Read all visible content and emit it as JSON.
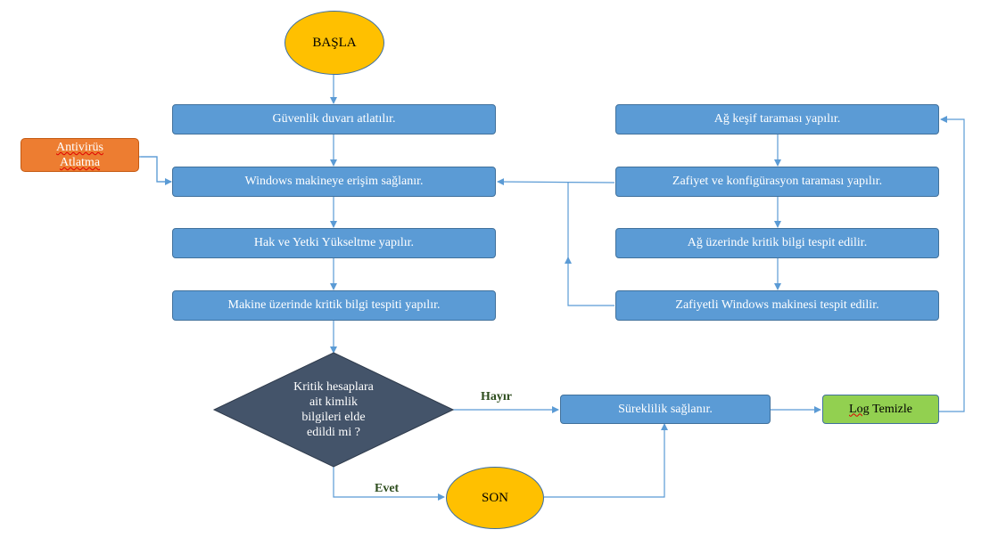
{
  "nodes": {
    "start": "BAŞLA",
    "end": "SON",
    "firewall": "Güvenlik duvarı atlatılır.",
    "access": "Windows makineye erişim sağlanır.",
    "privesc": "Hak ve Yetki Yükseltme yapılır.",
    "machine_info": "Makine üzerinde kritik bilgi tespiti yapılır.",
    "antivirus_line1": "Antivirüs",
    "antivirus_line2": "Atlatma",
    "net_discovery": "Ağ keşif taraması yapılır.",
    "vuln_scan": "Zafiyet ve konfigürasyon taraması yapılır.",
    "net_info": "Ağ üzerinde kritik bilgi tespit edilir.",
    "vuln_windows": "Zafiyetli Windows makinesi tespit edilir.",
    "persistence": "Süreklilik sağlanır.",
    "log_clean_word1": "Log",
    "log_clean_word2": "Temizle",
    "decision_line1": "Kritik hesaplara",
    "decision_line2": "ait kimlik",
    "decision_line3": "bilgileri elde",
    "decision_line4": "edildi mi ?"
  },
  "edge_labels": {
    "no": "Hayır",
    "yes": "Evet"
  },
  "colors": {
    "process": "#5b9bd5",
    "terminal": "#ffc000",
    "decision": "#44546a",
    "antivirus": "#ed7d31",
    "log": "#92d050",
    "edge": "#5b9bd5"
  }
}
